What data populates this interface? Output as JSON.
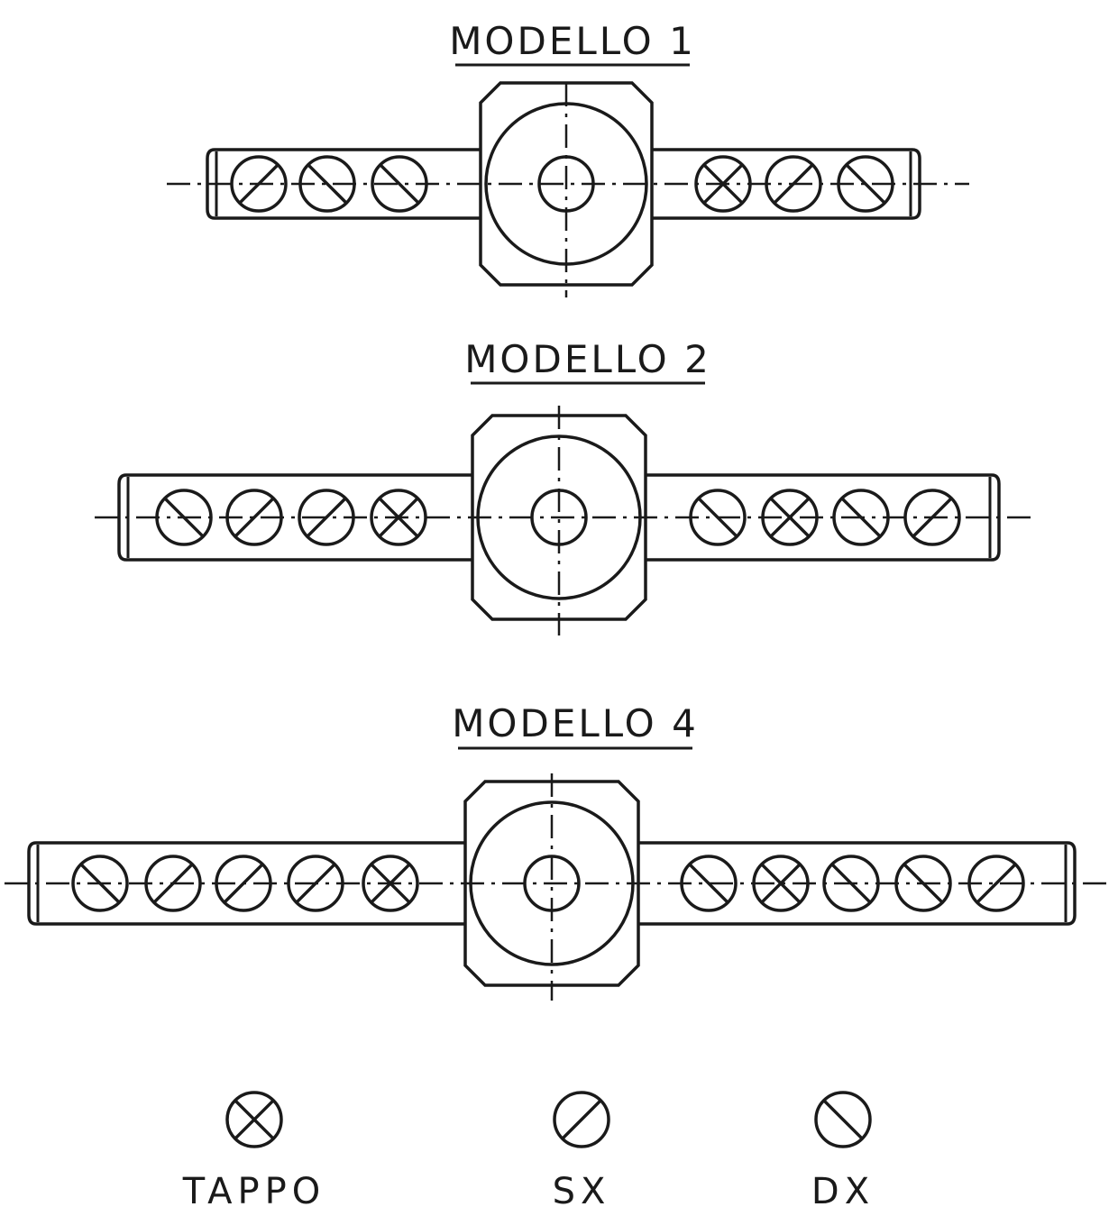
{
  "colors": {
    "ink": "#1a1a1a",
    "paper": "#ffffff"
  },
  "models": [
    {
      "title": "MODELLO 1",
      "left": [
        "SX",
        "DX",
        "DX"
      ],
      "right": [
        "TAPPO",
        "SX",
        "DX"
      ]
    },
    {
      "title": "MODELLO 2",
      "left": [
        "DX",
        "SX",
        "SX",
        "TAPPO"
      ],
      "right": [
        "DX",
        "TAPPO",
        "DX",
        "SX"
      ]
    },
    {
      "title": "MODELLO 4",
      "left": [
        "DX",
        "SX",
        "SX",
        "SX",
        "TAPPO"
      ],
      "right": [
        "DX",
        "TAPPO",
        "DX",
        "DX",
        "SX"
      ]
    }
  ],
  "legend": [
    {
      "type": "TAPPO",
      "label": "TAPPO"
    },
    {
      "type": "SX",
      "label": "SX"
    },
    {
      "type": "DX",
      "label": "DX"
    }
  ]
}
